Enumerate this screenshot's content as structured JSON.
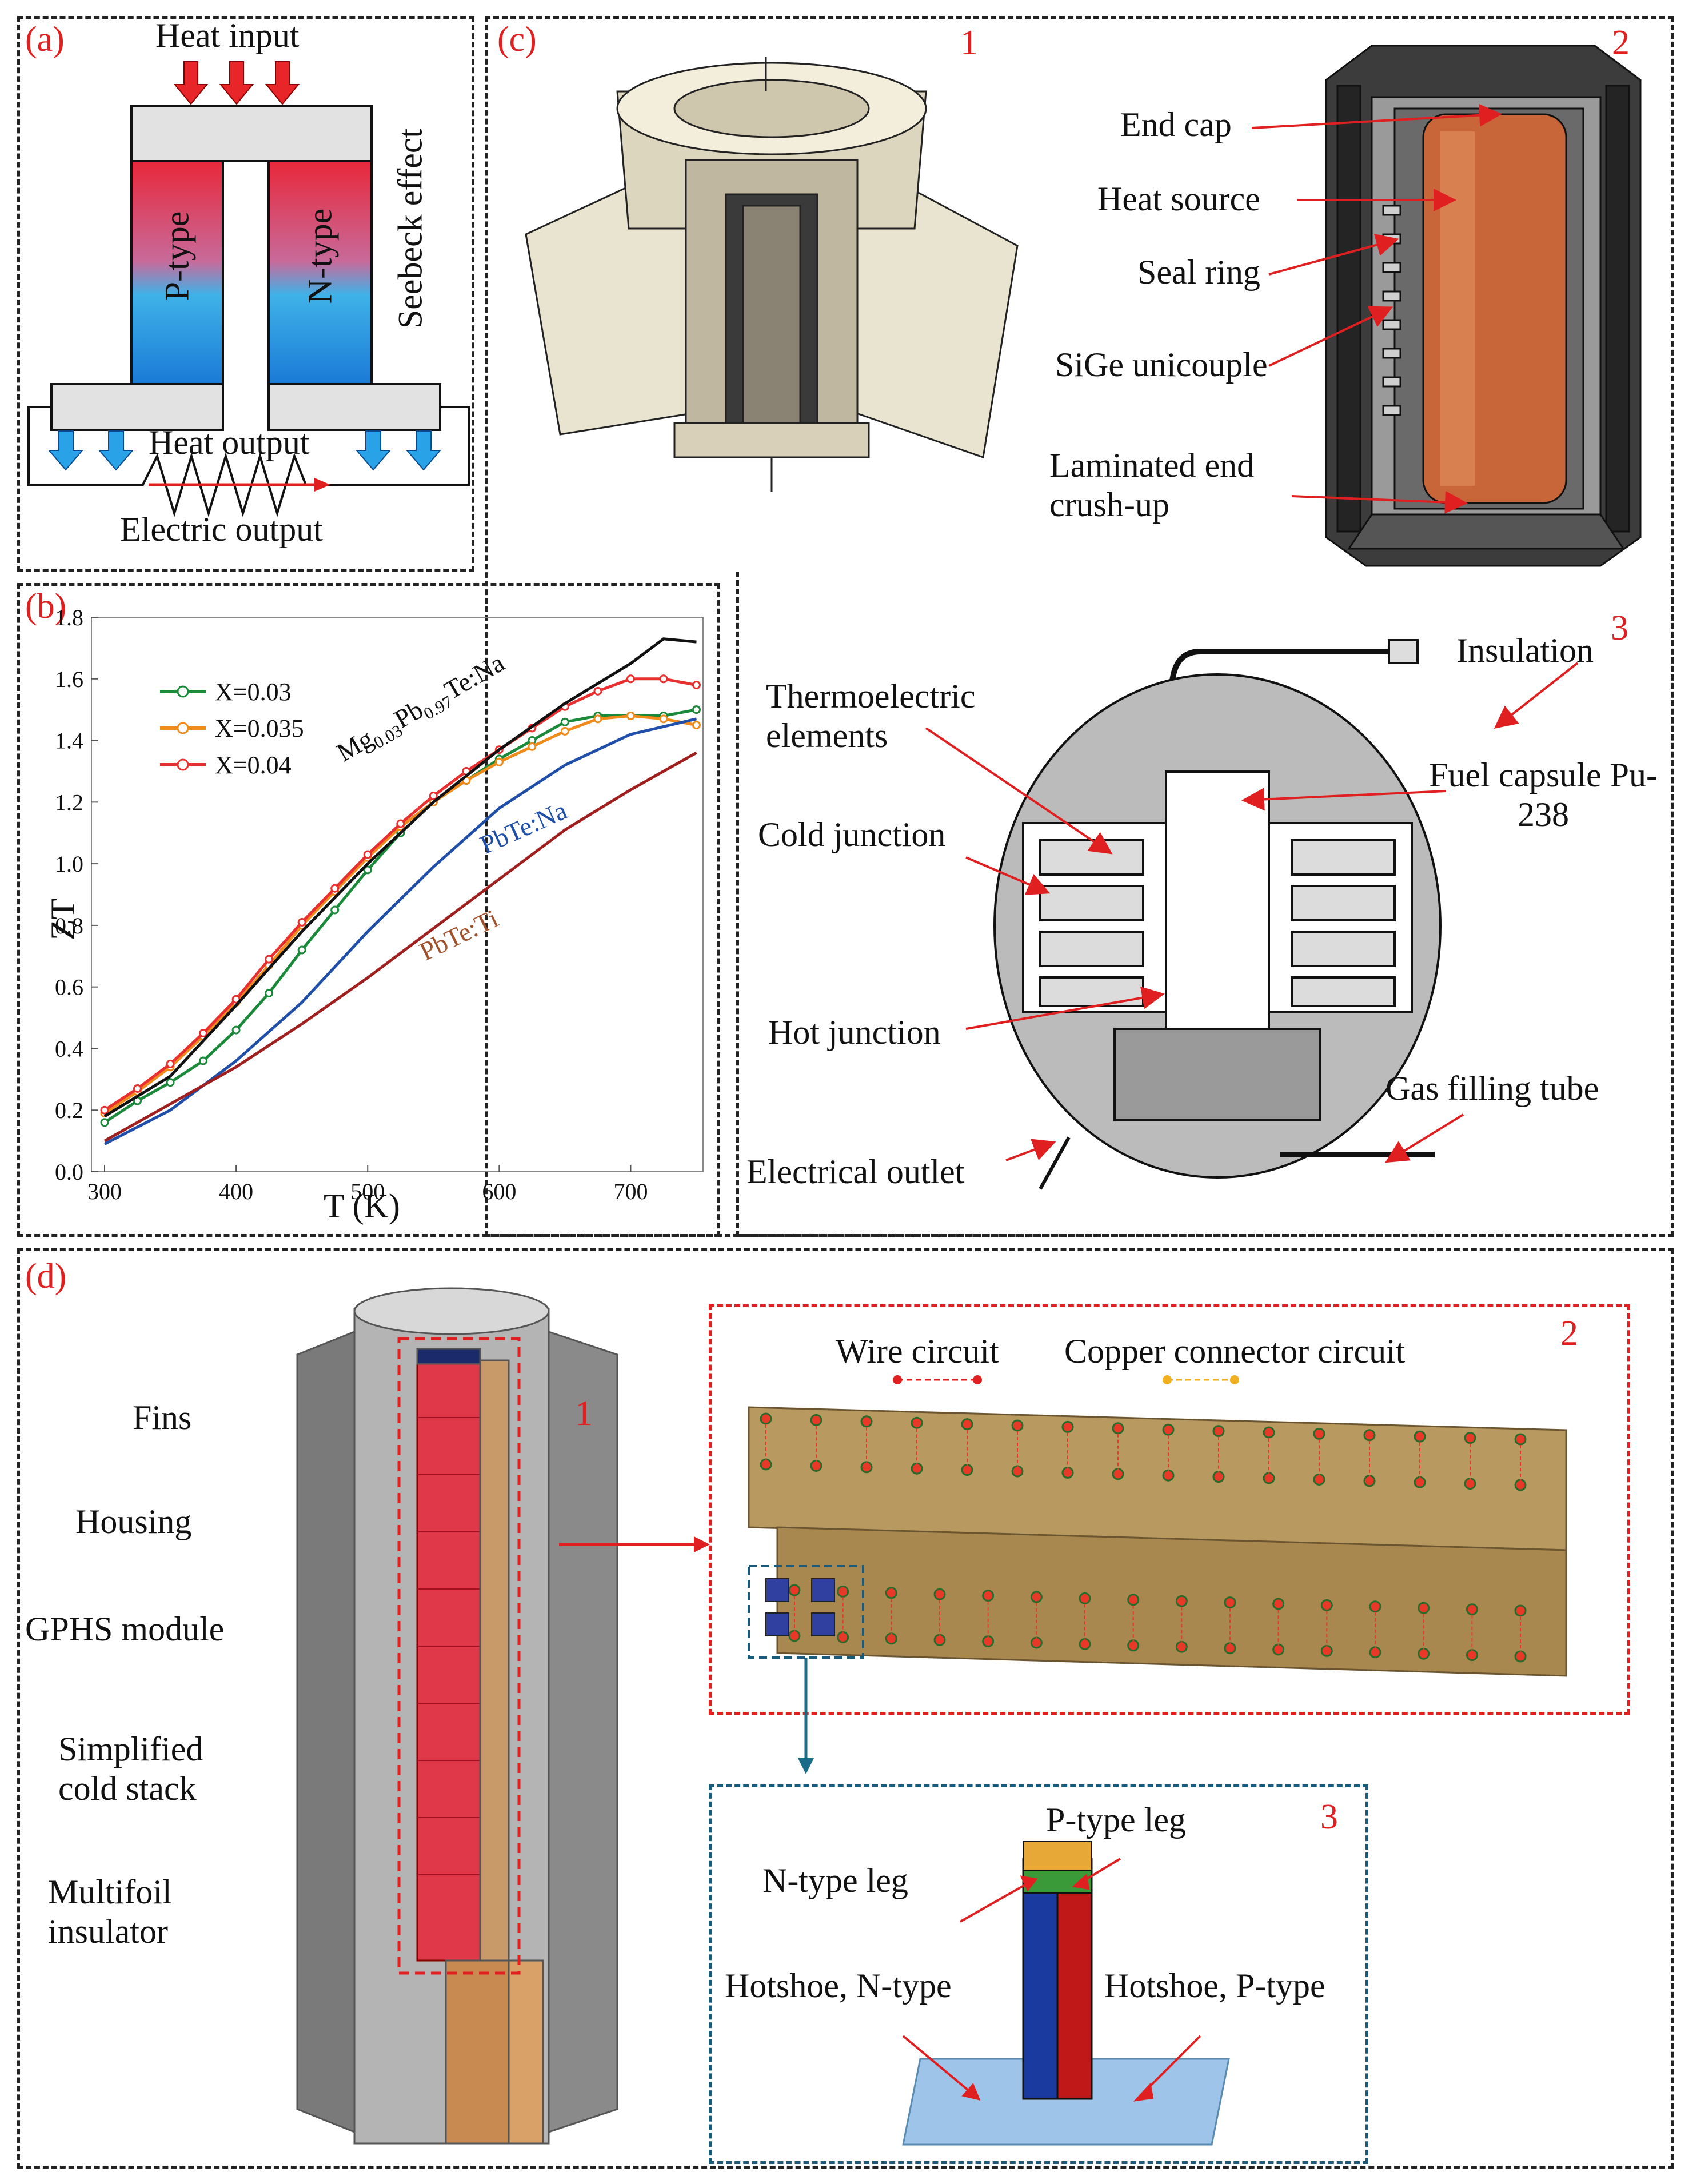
{
  "panel_a": {
    "label": "(a)",
    "heat_input": "Heat input",
    "p_type": "P-type",
    "n_type": "N-type",
    "seebeck": "Seebeck effect",
    "heat_output": "Heat output",
    "electric_output": "Electric output"
  },
  "panel_b": {
    "label": "(b)",
    "curve_labels": {
      "mg_pre": "Mg",
      "mg_sub1": "0.03",
      "mg_mid": "Pb",
      "mg_sub2": "0.97",
      "mg_post": "Te:Na",
      "pbte_na": "PbTe:Na",
      "pbte_ti": "PbTe:Ti"
    }
  },
  "chart_data": {
    "type": "line",
    "xlabel": "T (K)",
    "ylabel": "ZT",
    "xlim": [
      290,
      755
    ],
    "ylim": [
      0.0,
      1.8
    ],
    "x_ticks": [
      "300",
      "400",
      "500",
      "600",
      "700"
    ],
    "y_ticks": [
      "0.0",
      "0.2",
      "0.4",
      "0.6",
      "0.8",
      "1.0",
      "1.2",
      "1.4",
      "1.6",
      "1.8"
    ],
    "legend_position": "top-left",
    "series": [
      {
        "name": "X=0.03",
        "color": "#1a8a3a",
        "marker": "circle",
        "x": [
          300,
          325,
          350,
          375,
          400,
          425,
          450,
          475,
          500,
          525,
          550,
          575,
          600,
          625,
          650,
          675,
          700,
          725,
          750
        ],
        "y": [
          0.16,
          0.23,
          0.29,
          0.36,
          0.46,
          0.58,
          0.72,
          0.85,
          0.98,
          1.1,
          1.2,
          1.27,
          1.34,
          1.4,
          1.46,
          1.48,
          1.48,
          1.48,
          1.5
        ]
      },
      {
        "name": "X=0.035",
        "color": "#f08a1a",
        "marker": "circle",
        "x": [
          300,
          325,
          350,
          375,
          400,
          425,
          450,
          475,
          500,
          525,
          550,
          575,
          600,
          625,
          650,
          675,
          700,
          725,
          750
        ],
        "y": [
          0.19,
          0.26,
          0.34,
          0.44,
          0.55,
          0.67,
          0.8,
          0.91,
          1.02,
          1.12,
          1.2,
          1.27,
          1.33,
          1.38,
          1.43,
          1.47,
          1.48,
          1.47,
          1.45
        ]
      },
      {
        "name": "X=0.04",
        "color": "#e83030",
        "marker": "circle",
        "x": [
          300,
          325,
          350,
          375,
          400,
          425,
          450,
          475,
          500,
          525,
          550,
          575,
          600,
          625,
          650,
          675,
          700,
          725,
          750
        ],
        "y": [
          0.2,
          0.27,
          0.35,
          0.45,
          0.56,
          0.69,
          0.81,
          0.92,
          1.03,
          1.13,
          1.22,
          1.3,
          1.37,
          1.44,
          1.51,
          1.56,
          1.6,
          1.6,
          1.58
        ]
      },
      {
        "name": "Mg0.03Pb0.97Te:Na",
        "color": "#111111",
        "x": [
          300,
          350,
          400,
          450,
          500,
          550,
          600,
          650,
          700,
          725,
          750
        ],
        "y": [
          0.18,
          0.31,
          0.54,
          0.78,
          1.0,
          1.2,
          1.37,
          1.52,
          1.65,
          1.73,
          1.72
        ]
      },
      {
        "name": "PbTe:Na",
        "color": "#1f4fa8",
        "x": [
          300,
          350,
          400,
          450,
          500,
          550,
          600,
          650,
          700,
          750
        ],
        "y": [
          0.09,
          0.2,
          0.36,
          0.55,
          0.78,
          0.99,
          1.18,
          1.32,
          1.42,
          1.47
        ]
      },
      {
        "name": "PbTe:Ti",
        "color": "#a02020",
        "x": [
          300,
          350,
          400,
          450,
          500,
          550,
          600,
          650,
          700,
          750
        ],
        "y": [
          0.1,
          0.22,
          0.34,
          0.48,
          0.63,
          0.79,
          0.95,
          1.11,
          1.24,
          1.36
        ]
      }
    ]
  },
  "panel_c": {
    "label": "(c)",
    "num1": "1",
    "num2": "2",
    "num3": "3",
    "end_cap": "End cap",
    "heat_source": "Heat source",
    "seal_ring": "Seal ring",
    "sige": "SiGe unicouple",
    "laminated": "Laminated end crush-up",
    "insulation": "Insulation",
    "thermo": "Thermoelectric elements",
    "fuel": "Fuel capsule Pu-238",
    "cold": "Cold junction",
    "hot": "Hot junction",
    "gas": "Gas filling tube",
    "outlet": "Electrical outlet"
  },
  "panel_d": {
    "label": "(d)",
    "num1": "1",
    "num2": "2",
    "num3": "3",
    "fins": "Fins",
    "housing": "Housing",
    "gphs": "GPHS module",
    "cold_stack": "Simplified cold stack",
    "multifoil": "Multifoil insulator",
    "wire": "Wire circuit",
    "copper": "Copper connector circuit",
    "p_leg": "P-type leg",
    "n_leg": "N-type leg",
    "hot_n": "Hotshoe, N-type",
    "hot_p": "Hotshoe, P-type"
  },
  "colors": {
    "accent_red": "#e02020",
    "p_red": "#e83040",
    "n_blue": "#1b6fd6",
    "box_gray": "#e2e2e2",
    "copper": "#c09060",
    "gphs_red": "#e03848"
  }
}
